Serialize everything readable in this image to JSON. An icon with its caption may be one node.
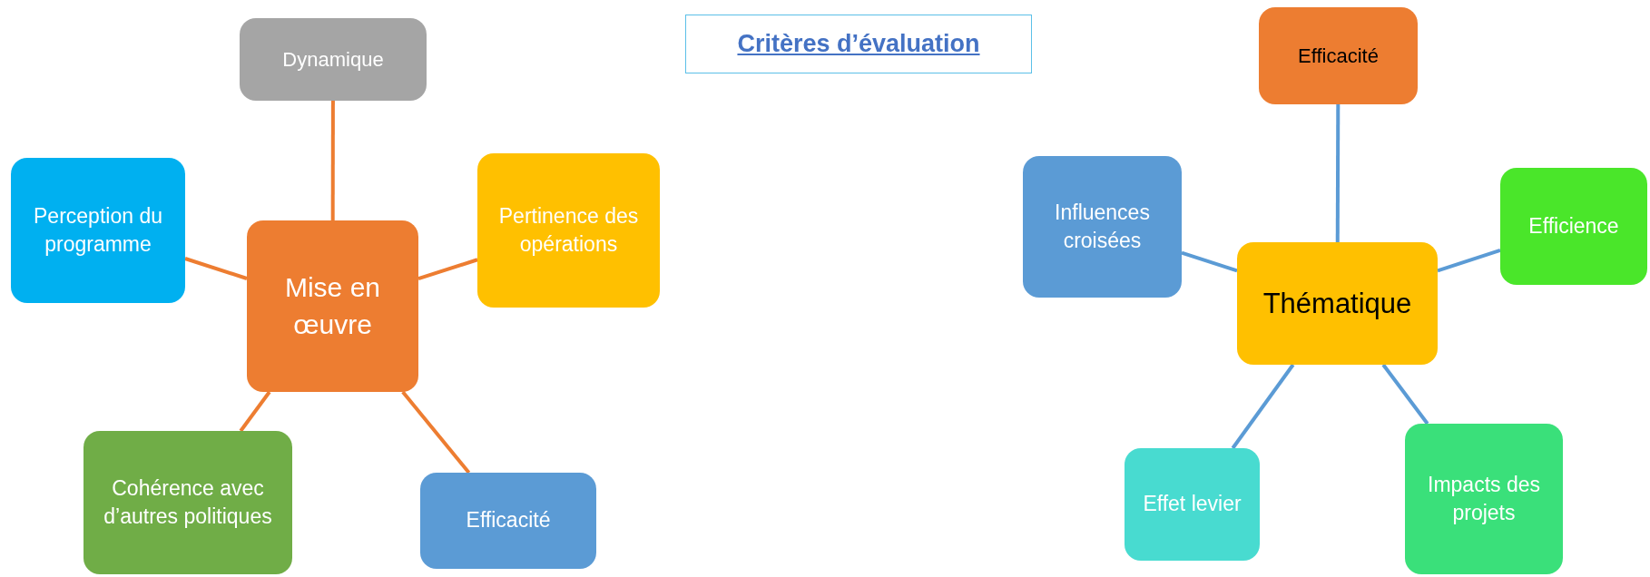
{
  "diagram": {
    "title": "Critères d’évaluation",
    "nodes": [
      {
        "text": [
          "Dynamique"
        ]
      },
      {
        "text": [
          "Perception du programme"
        ]
      },
      {
        "text": [
          "Mise en œuvre"
        ]
      },
      {
        "text": [
          "Pertinence des opérations"
        ]
      },
      {
        "text": [
          "Cohérence avec d’autres politiques"
        ]
      },
      {
        "text": [
          "Efficacité"
        ]
      },
      {
        "text": [
          "Efficacité"
        ]
      },
      {
        "text": [
          "Influences croisées"
        ]
      },
      {
        "text": [
          "Efficience"
        ]
      },
      {
        "text": [
          "Thématique"
        ]
      },
      {
        "text": [
          "Effet levier"
        ]
      },
      {
        "text": [
          "Impacts des projets"
        ]
      }
    ],
    "edges": [
      {
        "from": 2,
        "to": 0,
        "arrow": "none",
        "color": "#ed7d31"
      },
      {
        "from": 2,
        "to": 1,
        "arrow": "none",
        "color": "#ed7d31"
      },
      {
        "from": 2,
        "to": 3,
        "arrow": "none",
        "color": "#ed7d31"
      },
      {
        "from": 2,
        "to": 4,
        "arrow": "none",
        "color": "#ed7d31"
      },
      {
        "from": 2,
        "to": 5,
        "arrow": "none",
        "color": "#ed7d31"
      },
      {
        "from": 9,
        "to": 6,
        "arrow": "none",
        "color": "#5b9bd5"
      },
      {
        "from": 9,
        "to": 7,
        "arrow": "none",
        "color": "#5b9bd5"
      },
      {
        "from": 9,
        "to": 8,
        "arrow": "none",
        "color": "#5b9bd5"
      },
      {
        "from": 9,
        "to": 10,
        "arrow": "none",
        "color": "#5b9bd5"
      },
      {
        "from": 9,
        "to": 11,
        "arrow": "none",
        "color": "#5b9bd5"
      }
    ]
  }
}
